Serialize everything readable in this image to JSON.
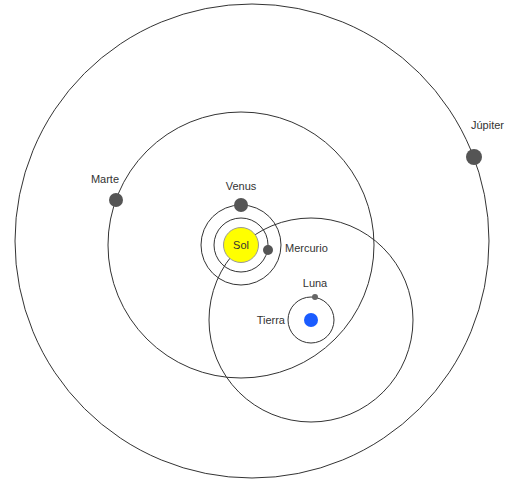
{
  "diagram": {
    "nodes": [
      {
        "text": [
          "Júpiter"
        ]
      },
      {
        "text": [
          "Marte"
        ]
      },
      {
        "text": [
          "Venus"
        ]
      },
      {
        "text": [
          "Sol"
        ]
      },
      {
        "text": [
          "Mercurio"
        ]
      },
      {
        "text": [
          "Luna"
        ]
      },
      {
        "text": [
          "Tierra"
        ]
      }
    ]
  }
}
